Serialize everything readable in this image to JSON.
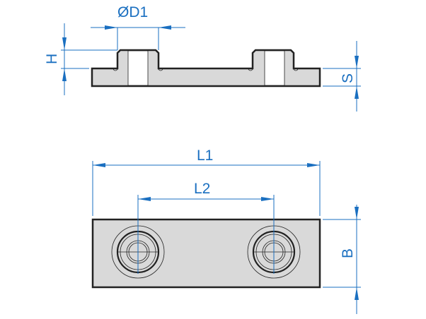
{
  "labels": {
    "d1": "ØD1",
    "h": "H",
    "s": "S",
    "l1": "L1",
    "l2": "L2",
    "b": "B"
  },
  "colors": {
    "dimension": "#1a6fc0",
    "part_fill": "#d9d9d9",
    "outline": "#222222"
  }
}
